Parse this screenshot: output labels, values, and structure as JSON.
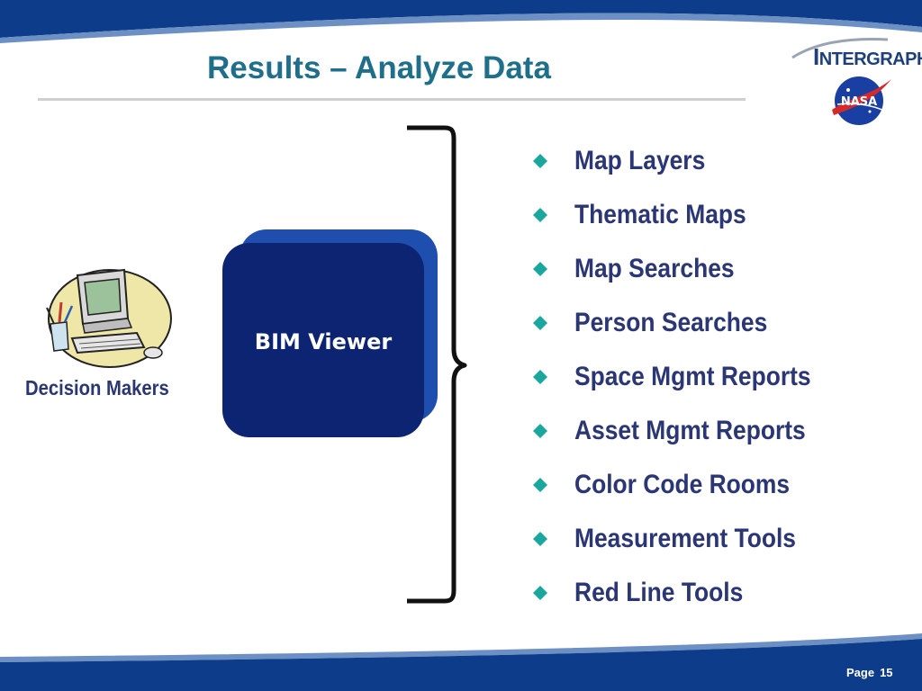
{
  "slide": {
    "title": "Results – Analyze Data",
    "page_label": "Page",
    "page_number": "15"
  },
  "logos": {
    "intergraph_initial": "I",
    "intergraph_rest": "NTERGRAPH",
    "nasa_text": "NASA"
  },
  "left": {
    "label": "Decision Makers"
  },
  "center": {
    "box_label": "BIM Viewer"
  },
  "bullets": [
    {
      "label": "Map Layers"
    },
    {
      "label": "Thematic Maps"
    },
    {
      "label": "Map Searches"
    },
    {
      "label": "Person Searches"
    },
    {
      "label": "Space Mgmt Reports"
    },
    {
      "label": "Asset Mgmt Reports"
    },
    {
      "label": "Color Code Rooms"
    },
    {
      "label": "Measurement Tools"
    },
    {
      "label": "Red Line Tools"
    }
  ],
  "colors": {
    "title": "#1f6f8b",
    "body_text": "#2b3674",
    "bullet": "#19a7a0",
    "box": "#0d2473",
    "box_shadow": "#1f4fae",
    "swoosh": "#0d3d8a"
  }
}
